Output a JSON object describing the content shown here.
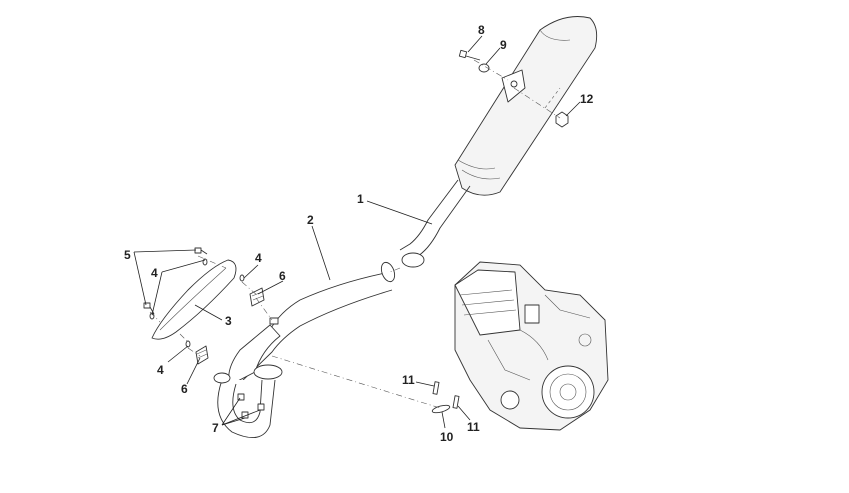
{
  "callouts": {
    "c1": "1",
    "c2": "2",
    "c3": "3",
    "c4a": "4",
    "c4b": "4",
    "c4c": "4",
    "c5": "5",
    "c6a": "6",
    "c6b": "6",
    "c7": "7",
    "c8": "8",
    "c9": "9",
    "c10": "10",
    "c11a": "11",
    "c11b": "11",
    "c12": "12"
  },
  "colors": {
    "line": "#333333",
    "text": "#222222",
    "background": "#ffffff"
  }
}
